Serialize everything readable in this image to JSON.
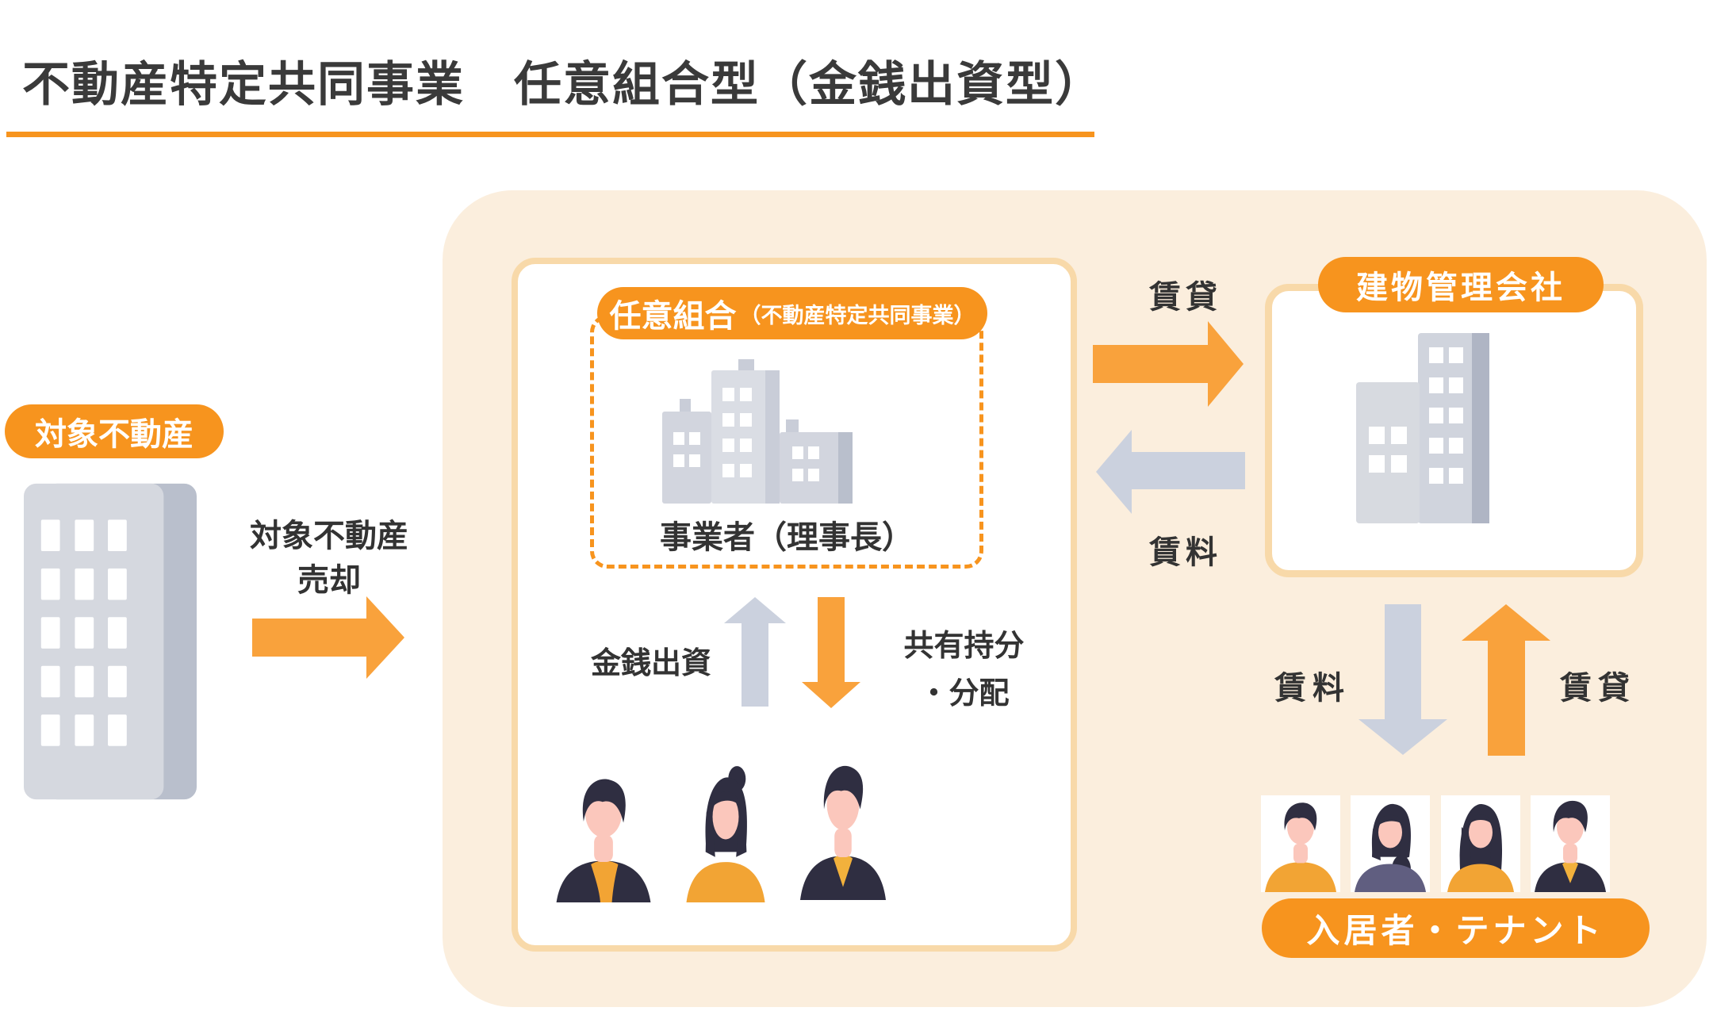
{
  "title": {
    "text": "不動産特定共同事業　任意組合型（金銭出資型）"
  },
  "colors": {
    "accent_orange": "#f7941e",
    "arrow_orange": "#f9a23c",
    "arrow_gray": "#cbd1de",
    "panel_peach": "#fbeedd",
    "box_border": "#f8d9a9",
    "text_dark": "#3a3a3a"
  },
  "target_property": {
    "badge": "対象不動産",
    "icon": "building-icon",
    "sale_label_line1": "対象不動産",
    "sale_label_line2": "売却"
  },
  "partnership": {
    "badge_main": "任意組合",
    "badge_sub": "（不動産特定共同事業）",
    "operator": "事業者（理事長）",
    "icon": "buildings-icon",
    "investor_icons": [
      "person-icon",
      "person-icon",
      "person-icon"
    ],
    "flow_up": "金銭出資",
    "flow_down_line1": "共有持分",
    "flow_down_line2": "・分配"
  },
  "management": {
    "badge": "建物管理会社",
    "icon": "office-buildings-icon",
    "flow_to": "賃貸",
    "flow_from": "賃料"
  },
  "tenants": {
    "badge": "入居者・テナント",
    "icons": [
      "person-icon",
      "person-icon",
      "person-icon",
      "person-icon"
    ],
    "flow_down": "賃料",
    "flow_up": "賃貸"
  }
}
